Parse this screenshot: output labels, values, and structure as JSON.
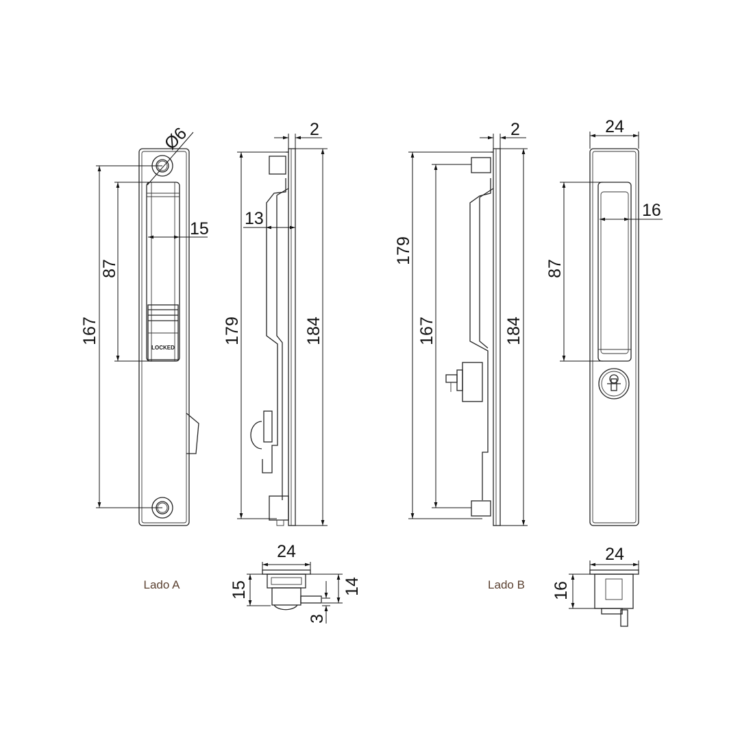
{
  "labels": {
    "side_a": "Lado A",
    "side_b": "Lado B",
    "locked": "LOCKED"
  },
  "dimensions": {
    "a_front": {
      "hole_diameter": "Ø6",
      "width_recess": "15",
      "recess_height": "87",
      "hole_spacing": "167"
    },
    "a_side": {
      "plate_thickness": "2",
      "depth": "13",
      "body_length": "179",
      "plate_length": "184"
    },
    "a_bottom": {
      "width": "24",
      "left_height": "15",
      "right_height": "14",
      "pin": "3"
    },
    "b_side": {
      "plate_thickness": "2",
      "body_length": "179",
      "hole_spacing": "167",
      "plate_length": "184"
    },
    "b_front": {
      "width": "24",
      "recess_width": "16",
      "recess_height": "87"
    },
    "b_bottom": {
      "width": "24",
      "height": "16"
    }
  }
}
